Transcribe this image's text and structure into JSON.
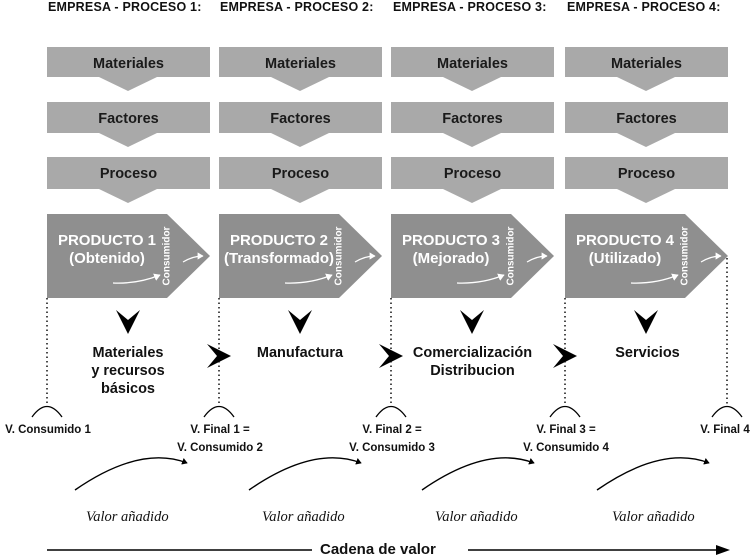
{
  "headers": [
    "EMPRESA - PROCESO 1:",
    "EMPRESA - PROCESO 2:",
    "EMPRESA - PROCESO 3:",
    "EMPRESA - PROCESO 4:"
  ],
  "box_labels": {
    "materiales": "Materiales",
    "factores": "Factores",
    "proceso": "Proceso"
  },
  "products": [
    {
      "name": "PRODUCTO 1",
      "sub": "(Obtenido)"
    },
    {
      "name": "PRODUCTO 2",
      "sub": "(Transformado)"
    },
    {
      "name": "PRODUCTO 3",
      "sub": "(Mejorado)"
    },
    {
      "name": "PRODUCTO 4",
      "sub": "(Utilizado)"
    }
  ],
  "consumidor": "Consumidor",
  "stages": [
    {
      "line1": "Materiales",
      "line2": "y recursos",
      "line3": "básicos"
    },
    {
      "line1": "Manufactura"
    },
    {
      "line1": "Comercialización",
      "line2": "Distribucion"
    },
    {
      "line1": "Servicios"
    }
  ],
  "values": [
    {
      "line1": "V. Consumido 1"
    },
    {
      "line1": "V. Final 1 =",
      "line2": "V. Consumido 2"
    },
    {
      "line1": "V. Final 2 =",
      "line2": "V. Consumido 3"
    },
    {
      "line1": "V. Final 3 =",
      "line2": "V. Consumido 4"
    },
    {
      "line1": "V. Final 4"
    }
  ],
  "valor_anadido": "Valor añadido",
  "cadena_de_valor": "Cadena de valor"
}
